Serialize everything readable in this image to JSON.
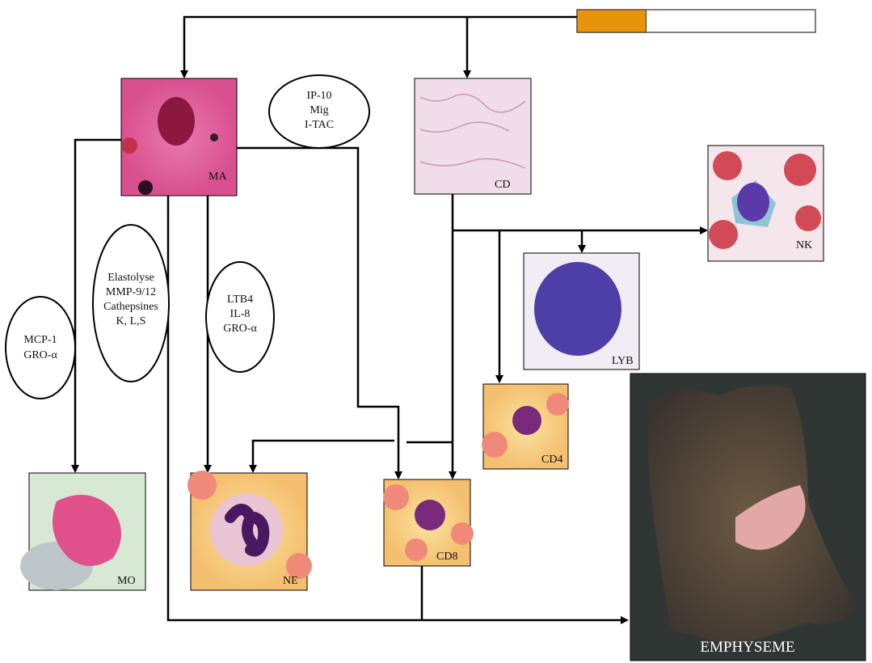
{
  "progress": {
    "fraction": 0.29,
    "fill_color": "#e8930c"
  },
  "cells": {
    "ma": "MA",
    "cd": "CD",
    "nk": "NK",
    "lyb": "LYB",
    "cd4": "CD4",
    "cd8": "CD8",
    "ne": "NE",
    "mo": "MO",
    "emphyseme": "EMPHYSEME"
  },
  "mediators": {
    "ip10": [
      "IP-10",
      "Mig",
      "I-TAC"
    ],
    "mcp": [
      "MCP-1",
      "GRO-α"
    ],
    "elastolyse": [
      "Elastolyse",
      "MMP-9/12",
      "Cathepsines",
      "K, L,S"
    ],
    "ltb4": [
      "LTB4",
      "IL-8",
      "GRO-α"
    ]
  }
}
